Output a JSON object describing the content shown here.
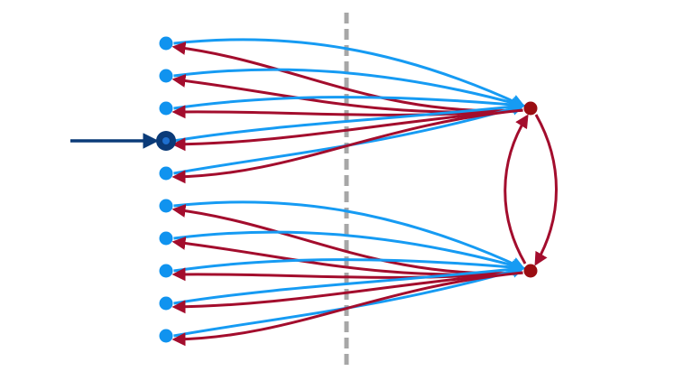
{
  "colors": {
    "background": "#ffffff",
    "left_node": "#1093ef",
    "start_node_fill": "#0a3a78",
    "start_node_inner": "#1e6fcf",
    "hub_node": "#9a0d12",
    "forward_edge": "#169bf3",
    "return_edge": "#a30d2d",
    "entry_arrow": "#0b3b79",
    "divider": "#a7a7a7"
  },
  "diagram": {
    "left_nodes": [
      {
        "id": "a1",
        "group": "upper",
        "kind": "regular"
      },
      {
        "id": "a2",
        "group": "upper",
        "kind": "regular"
      },
      {
        "id": "a3",
        "group": "upper",
        "kind": "regular"
      },
      {
        "id": "a4",
        "group": "upper",
        "kind": "start"
      },
      {
        "id": "a5",
        "group": "upper",
        "kind": "regular"
      },
      {
        "id": "b1",
        "group": "lower",
        "kind": "regular"
      },
      {
        "id": "b2",
        "group": "lower",
        "kind": "regular"
      },
      {
        "id": "b3",
        "group": "lower",
        "kind": "regular"
      },
      {
        "id": "b4",
        "group": "lower",
        "kind": "regular"
      },
      {
        "id": "b5",
        "group": "lower",
        "kind": "regular"
      }
    ],
    "hub_nodes": [
      {
        "id": "hub-upper",
        "group": "upper"
      },
      {
        "id": "hub-lower",
        "group": "lower"
      }
    ],
    "edges_per_left_node": [
      "to-hub",
      "from-hub"
    ],
    "hub_links": [
      "hub-upper-to-hub-lower",
      "hub-lower-to-hub-upper"
    ],
    "entry_arrow_target": "a4",
    "divider": "dashed-vertical"
  }
}
